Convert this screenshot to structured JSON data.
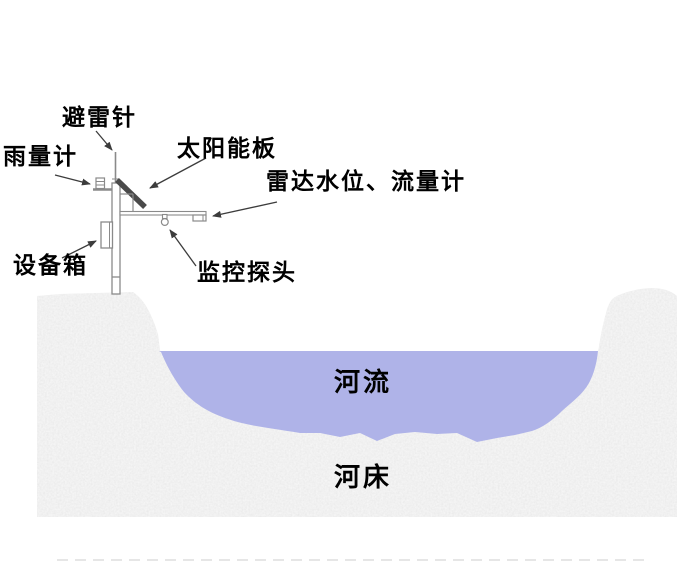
{
  "labels": {
    "lightning_rod": "避雷针",
    "rain_gauge": "雨量计",
    "solar_panel": "太阳能板",
    "radar_gauge": "雷达水位、流量计",
    "equipment_box": "设备箱",
    "camera": "监控探头",
    "river": "河流",
    "riverbed": "河床"
  },
  "colors": {
    "water": "#afb3e8",
    "ground": "#f6f6f6",
    "outline": "#8a8a8a",
    "solar_panel_fill": "#4a4a4a",
    "arrow": "#3c3c3c",
    "text": "#000000",
    "background": "#ffffff",
    "baseline_dash": "#dedede"
  }
}
